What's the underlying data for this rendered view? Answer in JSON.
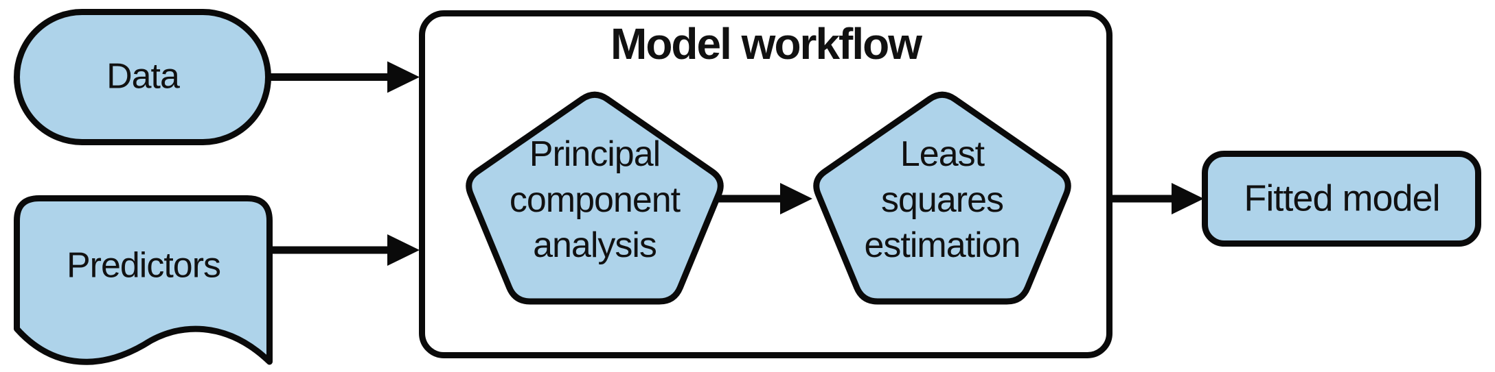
{
  "diagram": {
    "colors": {
      "node_fill": "#aed3ea",
      "box_fill": "#ffffff",
      "stroke": "#0a0a0a",
      "text": "#111111"
    },
    "nodes": {
      "data": {
        "label": "Data",
        "shape": "stadium"
      },
      "predictors": {
        "label": "Predictors",
        "shape": "document"
      },
      "workflow": {
        "label": "Model workflow",
        "shape": "rounded-rectangle-container"
      },
      "pca": {
        "label": "Principal component analysis",
        "shape": "pentagon"
      },
      "lse": {
        "label": "Least squares estimation",
        "shape": "pentagon"
      },
      "fitted": {
        "label": "Fitted model",
        "shape": "rounded-rectangle"
      }
    },
    "edges": [
      {
        "from": "Data",
        "to": "Model workflow"
      },
      {
        "from": "Predictors",
        "to": "Model workflow"
      },
      {
        "from": "Principal component analysis",
        "to": "Least squares estimation"
      },
      {
        "from": "Model workflow",
        "to": "Fitted model"
      }
    ]
  }
}
